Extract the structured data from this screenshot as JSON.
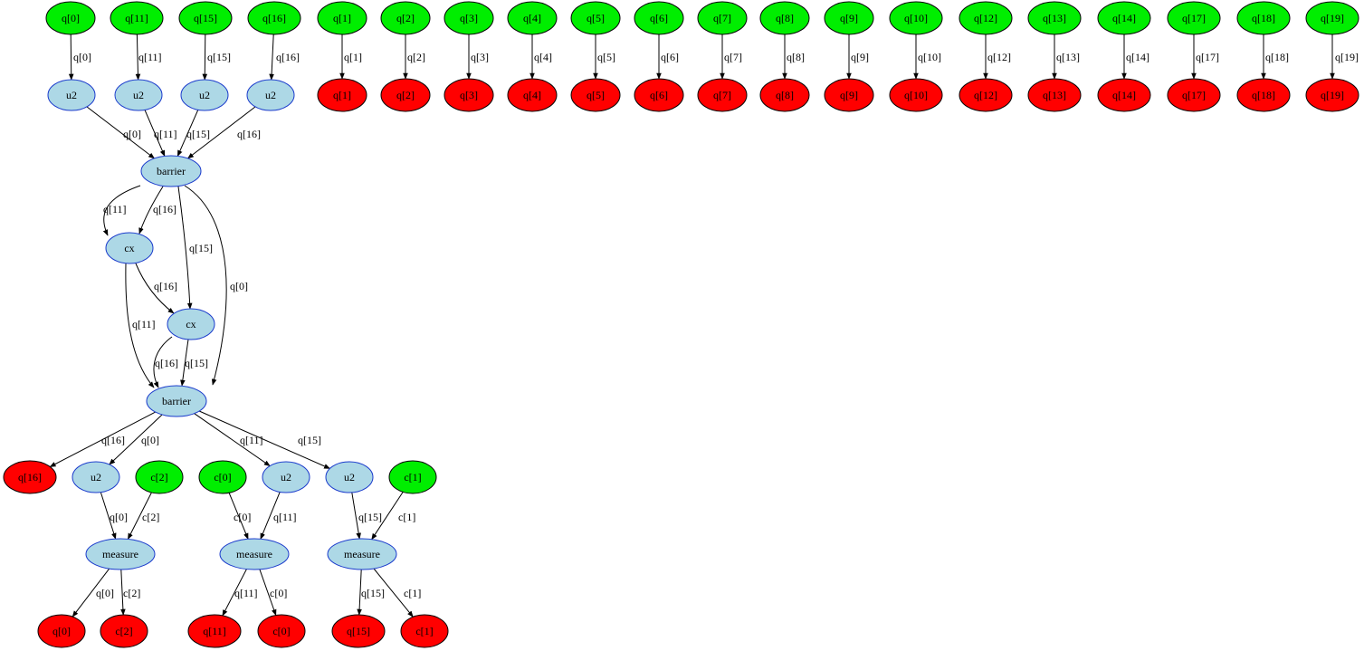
{
  "colors": {
    "input": "#00ee00",
    "output": "#ff0000",
    "op": "#add8e6",
    "op_stroke": "#1a3acc",
    "io_stroke": "#000000",
    "edge": "#000000"
  },
  "nodes": [
    {
      "id": "in_q0",
      "kind": "input",
      "label": "q[0]"
    },
    {
      "id": "in_q11",
      "kind": "input",
      "label": "q[11]"
    },
    {
      "id": "in_q15",
      "kind": "input",
      "label": "q[15]"
    },
    {
      "id": "in_q16",
      "kind": "input",
      "label": "q[16]"
    },
    {
      "id": "in_q1",
      "kind": "input",
      "label": "q[1]"
    },
    {
      "id": "in_q2",
      "kind": "input",
      "label": "q[2]"
    },
    {
      "id": "in_q3",
      "kind": "input",
      "label": "q[3]"
    },
    {
      "id": "in_q4",
      "kind": "input",
      "label": "q[4]"
    },
    {
      "id": "in_q5",
      "kind": "input",
      "label": "q[5]"
    },
    {
      "id": "in_q6",
      "kind": "input",
      "label": "q[6]"
    },
    {
      "id": "in_q7",
      "kind": "input",
      "label": "q[7]"
    },
    {
      "id": "in_q8",
      "kind": "input",
      "label": "q[8]"
    },
    {
      "id": "in_q9",
      "kind": "input",
      "label": "q[9]"
    },
    {
      "id": "in_q10",
      "kind": "input",
      "label": "q[10]"
    },
    {
      "id": "in_q12",
      "kind": "input",
      "label": "q[12]"
    },
    {
      "id": "in_q13",
      "kind": "input",
      "label": "q[13]"
    },
    {
      "id": "in_q14",
      "kind": "input",
      "label": "q[14]"
    },
    {
      "id": "in_q17",
      "kind": "input",
      "label": "q[17]"
    },
    {
      "id": "in_q18",
      "kind": "input",
      "label": "q[18]"
    },
    {
      "id": "in_q19",
      "kind": "input",
      "label": "q[19]"
    },
    {
      "id": "u2_a",
      "kind": "op",
      "label": "u2"
    },
    {
      "id": "u2_b",
      "kind": "op",
      "label": "u2"
    },
    {
      "id": "u2_c",
      "kind": "op",
      "label": "u2"
    },
    {
      "id": "u2_d",
      "kind": "op",
      "label": "u2"
    },
    {
      "id": "out_q1",
      "kind": "output",
      "label": "q[1]"
    },
    {
      "id": "out_q2",
      "kind": "output",
      "label": "q[2]"
    },
    {
      "id": "out_q3",
      "kind": "output",
      "label": "q[3]"
    },
    {
      "id": "out_q4",
      "kind": "output",
      "label": "q[4]"
    },
    {
      "id": "out_q5",
      "kind": "output",
      "label": "q[5]"
    },
    {
      "id": "out_q6",
      "kind": "output",
      "label": "q[6]"
    },
    {
      "id": "out_q7",
      "kind": "output",
      "label": "q[7]"
    },
    {
      "id": "out_q8",
      "kind": "output",
      "label": "q[8]"
    },
    {
      "id": "out_q9",
      "kind": "output",
      "label": "q[9]"
    },
    {
      "id": "out_q10",
      "kind": "output",
      "label": "q[10]"
    },
    {
      "id": "out_q12",
      "kind": "output",
      "label": "q[12]"
    },
    {
      "id": "out_q13",
      "kind": "output",
      "label": "q[13]"
    },
    {
      "id": "out_q14",
      "kind": "output",
      "label": "q[14]"
    },
    {
      "id": "out_q17",
      "kind": "output",
      "label": "q[17]"
    },
    {
      "id": "out_q18",
      "kind": "output",
      "label": "q[18]"
    },
    {
      "id": "out_q19",
      "kind": "output",
      "label": "q[19]"
    },
    {
      "id": "barrier1",
      "kind": "op",
      "label": "barrier"
    },
    {
      "id": "cx1",
      "kind": "op",
      "label": "cx"
    },
    {
      "id": "cx2",
      "kind": "op",
      "label": "cx"
    },
    {
      "id": "barrier2",
      "kind": "op",
      "label": "barrier"
    },
    {
      "id": "out_q16",
      "kind": "output",
      "label": "q[16]"
    },
    {
      "id": "u2_e",
      "kind": "op",
      "label": "u2"
    },
    {
      "id": "in_c2",
      "kind": "input",
      "label": "c[2]"
    },
    {
      "id": "in_c0",
      "kind": "input",
      "label": "c[0]"
    },
    {
      "id": "u2_f",
      "kind": "op",
      "label": "u2"
    },
    {
      "id": "u2_g",
      "kind": "op",
      "label": "u2"
    },
    {
      "id": "in_c1",
      "kind": "input",
      "label": "c[1]"
    },
    {
      "id": "meas1",
      "kind": "op",
      "label": "measure"
    },
    {
      "id": "meas2",
      "kind": "op",
      "label": "measure"
    },
    {
      "id": "meas3",
      "kind": "op",
      "label": "measure"
    },
    {
      "id": "out_q0",
      "kind": "output",
      "label": "q[0]"
    },
    {
      "id": "out_c2",
      "kind": "output",
      "label": "c[2]"
    },
    {
      "id": "out_q11",
      "kind": "output",
      "label": "q[11]"
    },
    {
      "id": "out_c0",
      "kind": "output",
      "label": "c[0]"
    },
    {
      "id": "out_q15",
      "kind": "output",
      "label": "q[15]"
    },
    {
      "id": "out_c1",
      "kind": "output",
      "label": "c[1]"
    }
  ],
  "edges": [
    {
      "from": "in_q0",
      "to": "u2_a",
      "label": "q[0]"
    },
    {
      "from": "in_q11",
      "to": "u2_b",
      "label": "q[11]"
    },
    {
      "from": "in_q15",
      "to": "u2_c",
      "label": "q[15]"
    },
    {
      "from": "in_q16",
      "to": "u2_d",
      "label": "q[16]"
    },
    {
      "from": "in_q1",
      "to": "out_q1",
      "label": "q[1]"
    },
    {
      "from": "in_q2",
      "to": "out_q2",
      "label": "q[2]"
    },
    {
      "from": "in_q3",
      "to": "out_q3",
      "label": "q[3]"
    },
    {
      "from": "in_q4",
      "to": "out_q4",
      "label": "q[4]"
    },
    {
      "from": "in_q5",
      "to": "out_q5",
      "label": "q[5]"
    },
    {
      "from": "in_q6",
      "to": "out_q6",
      "label": "q[6]"
    },
    {
      "from": "in_q7",
      "to": "out_q7",
      "label": "q[7]"
    },
    {
      "from": "in_q8",
      "to": "out_q8",
      "label": "q[8]"
    },
    {
      "from": "in_q9",
      "to": "out_q9",
      "label": "q[9]"
    },
    {
      "from": "in_q10",
      "to": "out_q10",
      "label": "q[10]"
    },
    {
      "from": "in_q12",
      "to": "out_q12",
      "label": "q[12]"
    },
    {
      "from": "in_q13",
      "to": "out_q13",
      "label": "q[13]"
    },
    {
      "from": "in_q14",
      "to": "out_q14",
      "label": "q[14]"
    },
    {
      "from": "in_q17",
      "to": "out_q17",
      "label": "q[17]"
    },
    {
      "from": "in_q18",
      "to": "out_q18",
      "label": "q[18]"
    },
    {
      "from": "in_q19",
      "to": "out_q19",
      "label": "q[19]"
    },
    {
      "from": "u2_a",
      "to": "barrier1",
      "label": "q[0]"
    },
    {
      "from": "u2_b",
      "to": "barrier1",
      "label": "q[11]"
    },
    {
      "from": "u2_c",
      "to": "barrier1",
      "label": "q[15]"
    },
    {
      "from": "u2_d",
      "to": "barrier1",
      "label": "q[16]"
    },
    {
      "from": "barrier1",
      "to": "cx1",
      "label": "q[11]"
    },
    {
      "from": "barrier1",
      "to": "cx1",
      "label": "q[16]"
    },
    {
      "from": "barrier1",
      "to": "cx2",
      "label": "q[15]"
    },
    {
      "from": "barrier1",
      "to": "barrier2",
      "label": "q[0]"
    },
    {
      "from": "cx1",
      "to": "cx2",
      "label": "q[16]"
    },
    {
      "from": "cx1",
      "to": "barrier2",
      "label": "q[11]"
    },
    {
      "from": "cx2",
      "to": "barrier2",
      "label": "q[16]"
    },
    {
      "from": "cx2",
      "to": "barrier2",
      "label": "q[15]"
    },
    {
      "from": "barrier2",
      "to": "out_q16",
      "label": "q[16]"
    },
    {
      "from": "barrier2",
      "to": "u2_e",
      "label": "q[0]"
    },
    {
      "from": "barrier2",
      "to": "u2_f",
      "label": "q[11]"
    },
    {
      "from": "barrier2",
      "to": "u2_g",
      "label": "q[15]"
    },
    {
      "from": "u2_e",
      "to": "meas1",
      "label": "q[0]"
    },
    {
      "from": "in_c2",
      "to": "meas1",
      "label": "c[2]"
    },
    {
      "from": "in_c0",
      "to": "meas2",
      "label": "c[0]"
    },
    {
      "from": "u2_f",
      "to": "meas2",
      "label": "q[11]"
    },
    {
      "from": "u2_g",
      "to": "meas3",
      "label": "q[15]"
    },
    {
      "from": "in_c1",
      "to": "meas3",
      "label": "c[1]"
    },
    {
      "from": "meas1",
      "to": "out_q0",
      "label": "q[0]"
    },
    {
      "from": "meas1",
      "to": "out_c2",
      "label": "c[2]"
    },
    {
      "from": "meas2",
      "to": "out_q11",
      "label": "q[11]"
    },
    {
      "from": "meas2",
      "to": "out_c0",
      "label": "c[0]"
    },
    {
      "from": "meas3",
      "to": "out_q15",
      "label": "q[15]"
    },
    {
      "from": "meas3",
      "to": "out_c1",
      "label": "c[1]"
    }
  ]
}
